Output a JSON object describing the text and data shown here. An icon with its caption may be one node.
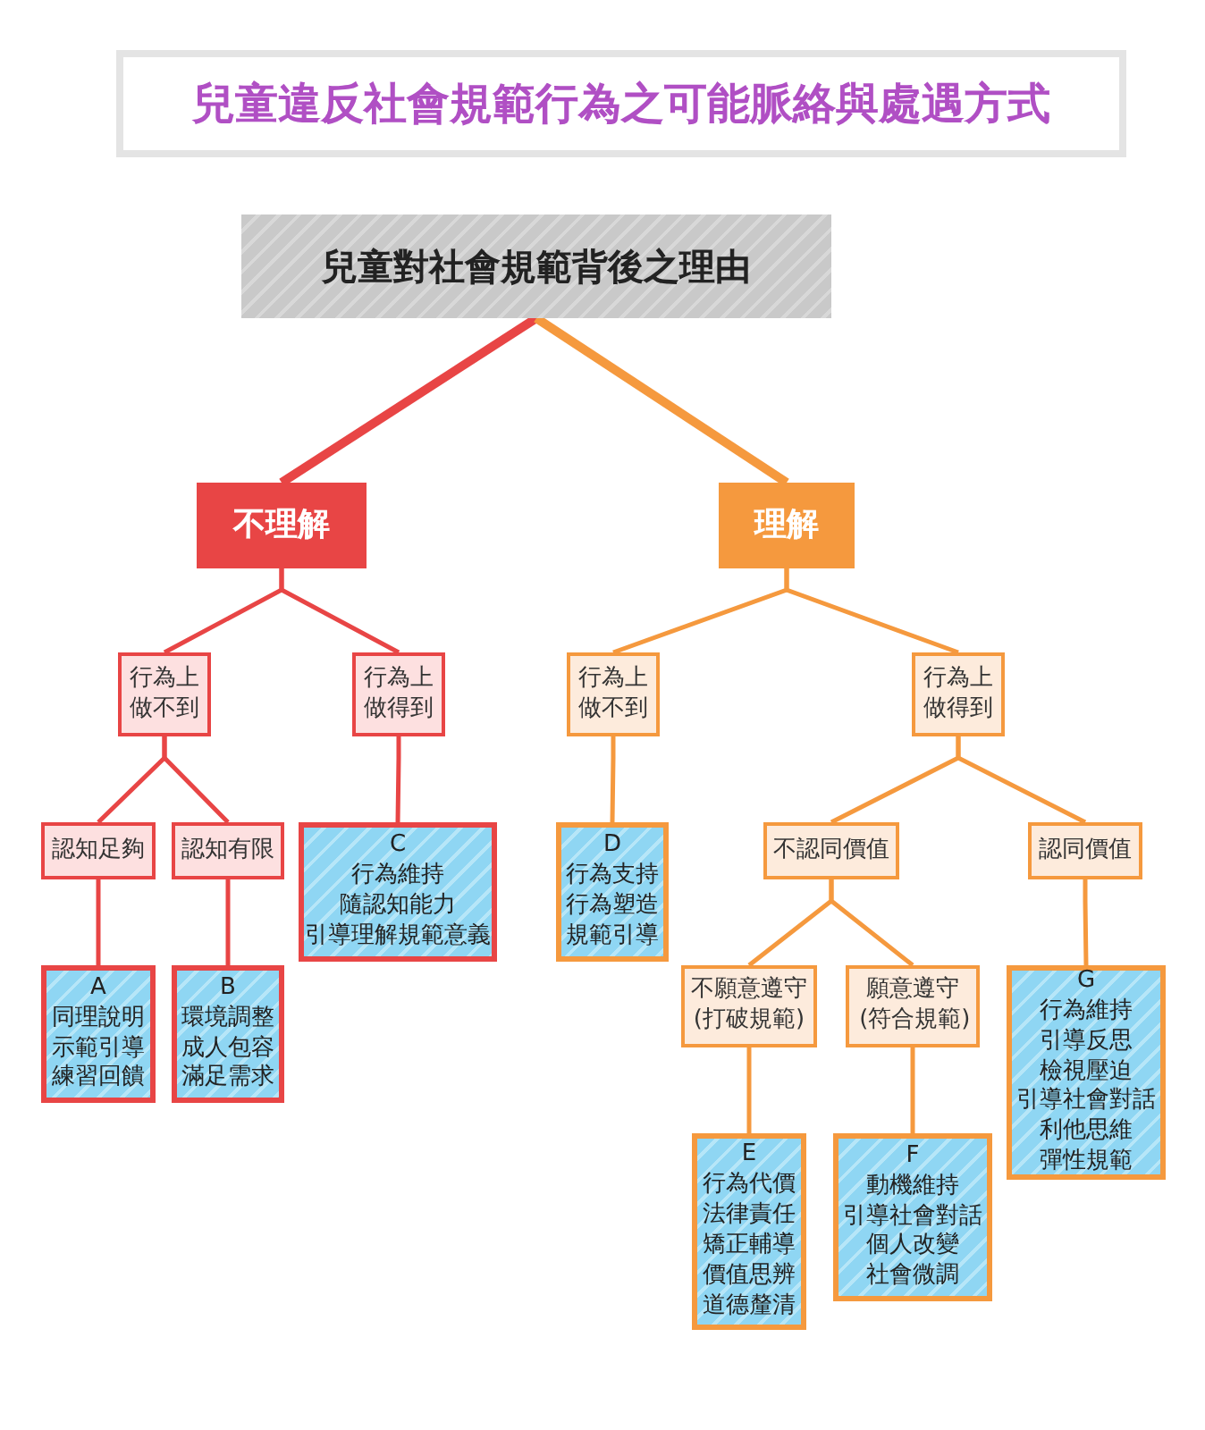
{
  "diagram": {
    "title": "兒童違反社會規範行為之可能脈絡與處遇方式",
    "nodes": [
      {
        "text": [
          "兒童對社會規範背後之理由"
        ]
      },
      {
        "text": [
          "不理解"
        ]
      },
      {
        "text": [
          "理解"
        ]
      },
      {
        "text": [
          "行為上做不到"
        ]
      },
      {
        "text": [
          "行為上做得到"
        ]
      },
      {
        "text": [
          "行為上做不到"
        ]
      },
      {
        "text": [
          "行為上做得到"
        ]
      },
      {
        "text": [
          "認知足夠"
        ]
      },
      {
        "text": [
          "認知有限"
        ]
      },
      {
        "text": [
          "C",
          "行為維持",
          "隨認知能力",
          "引導理解規範意義"
        ]
      },
      {
        "text": [
          "D",
          "行為支持",
          "行為塑造",
          "規範引導"
        ]
      },
      {
        "text": [
          "不認同價值"
        ]
      },
      {
        "text": [
          "認同價值"
        ]
      },
      {
        "text": [
          "A",
          "同理說明",
          "示範引導",
          "練習回饋"
        ]
      },
      {
        "text": [
          "B",
          "環境調整",
          "成人包容",
          "滿足需求"
        ]
      },
      {
        "text": [
          "不願意遵守(打破規範)"
        ]
      },
      {
        "text": [
          "願意遵守(符合規範)"
        ]
      },
      {
        "text": [
          "G",
          "行為維持",
          "引導反思",
          "檢視壓迫",
          "引導社會對話",
          "利他思維",
          "彈性規範"
        ]
      },
      {
        "text": [
          "E",
          "行為代價",
          "法律責任",
          "矯正輔導",
          "價值思辨",
          "道德釐清"
        ]
      },
      {
        "text": [
          "F",
          "動機維持",
          "引導社會對話",
          "個人改變",
          "社會微調"
        ]
      }
    ],
    "edges": [
      {
        "from": 0,
        "to": 1,
        "arrow": "none",
        "style": "thick",
        "color": "#e84545"
      },
      {
        "from": 0,
        "to": 2,
        "arrow": "none",
        "style": "thick"
      },
      {
        "from": 1,
        "to": 3,
        "arrow": "none",
        "color": "#e84545"
      },
      {
        "from": 1,
        "to": 4,
        "arrow": "none",
        "color": "#e84545"
      },
      {
        "from": 2,
        "to": 5,
        "arrow": "none"
      },
      {
        "from": 2,
        "to": 6,
        "arrow": "none"
      },
      {
        "from": 3,
        "to": 7,
        "arrow": "none",
        "color": "#e84545"
      },
      {
        "from": 3,
        "to": 8,
        "arrow": "none",
        "color": "#e84545"
      },
      {
        "from": 4,
        "to": 9,
        "arrow": "none",
        "color": "#e84545"
      },
      {
        "from": 5,
        "to": 10,
        "arrow": "none"
      },
      {
        "from": 6,
        "to": 11,
        "arrow": "none"
      },
      {
        "from": 6,
        "to": 12,
        "arrow": "none"
      },
      {
        "from": 7,
        "to": 13,
        "arrow": "none",
        "color": "#e84545"
      },
      {
        "from": 8,
        "to": 14,
        "arrow": "none",
        "color": "#e84545"
      },
      {
        "from": 11,
        "to": 15,
        "arrow": "none"
      },
      {
        "from": 11,
        "to": 16,
        "arrow": "none"
      },
      {
        "from": 12,
        "to": 17,
        "arrow": "none"
      },
      {
        "from": 15,
        "to": 18,
        "arrow": "none"
      },
      {
        "from": 16,
        "to": 19,
        "arrow": "none"
      }
    ]
  }
}
